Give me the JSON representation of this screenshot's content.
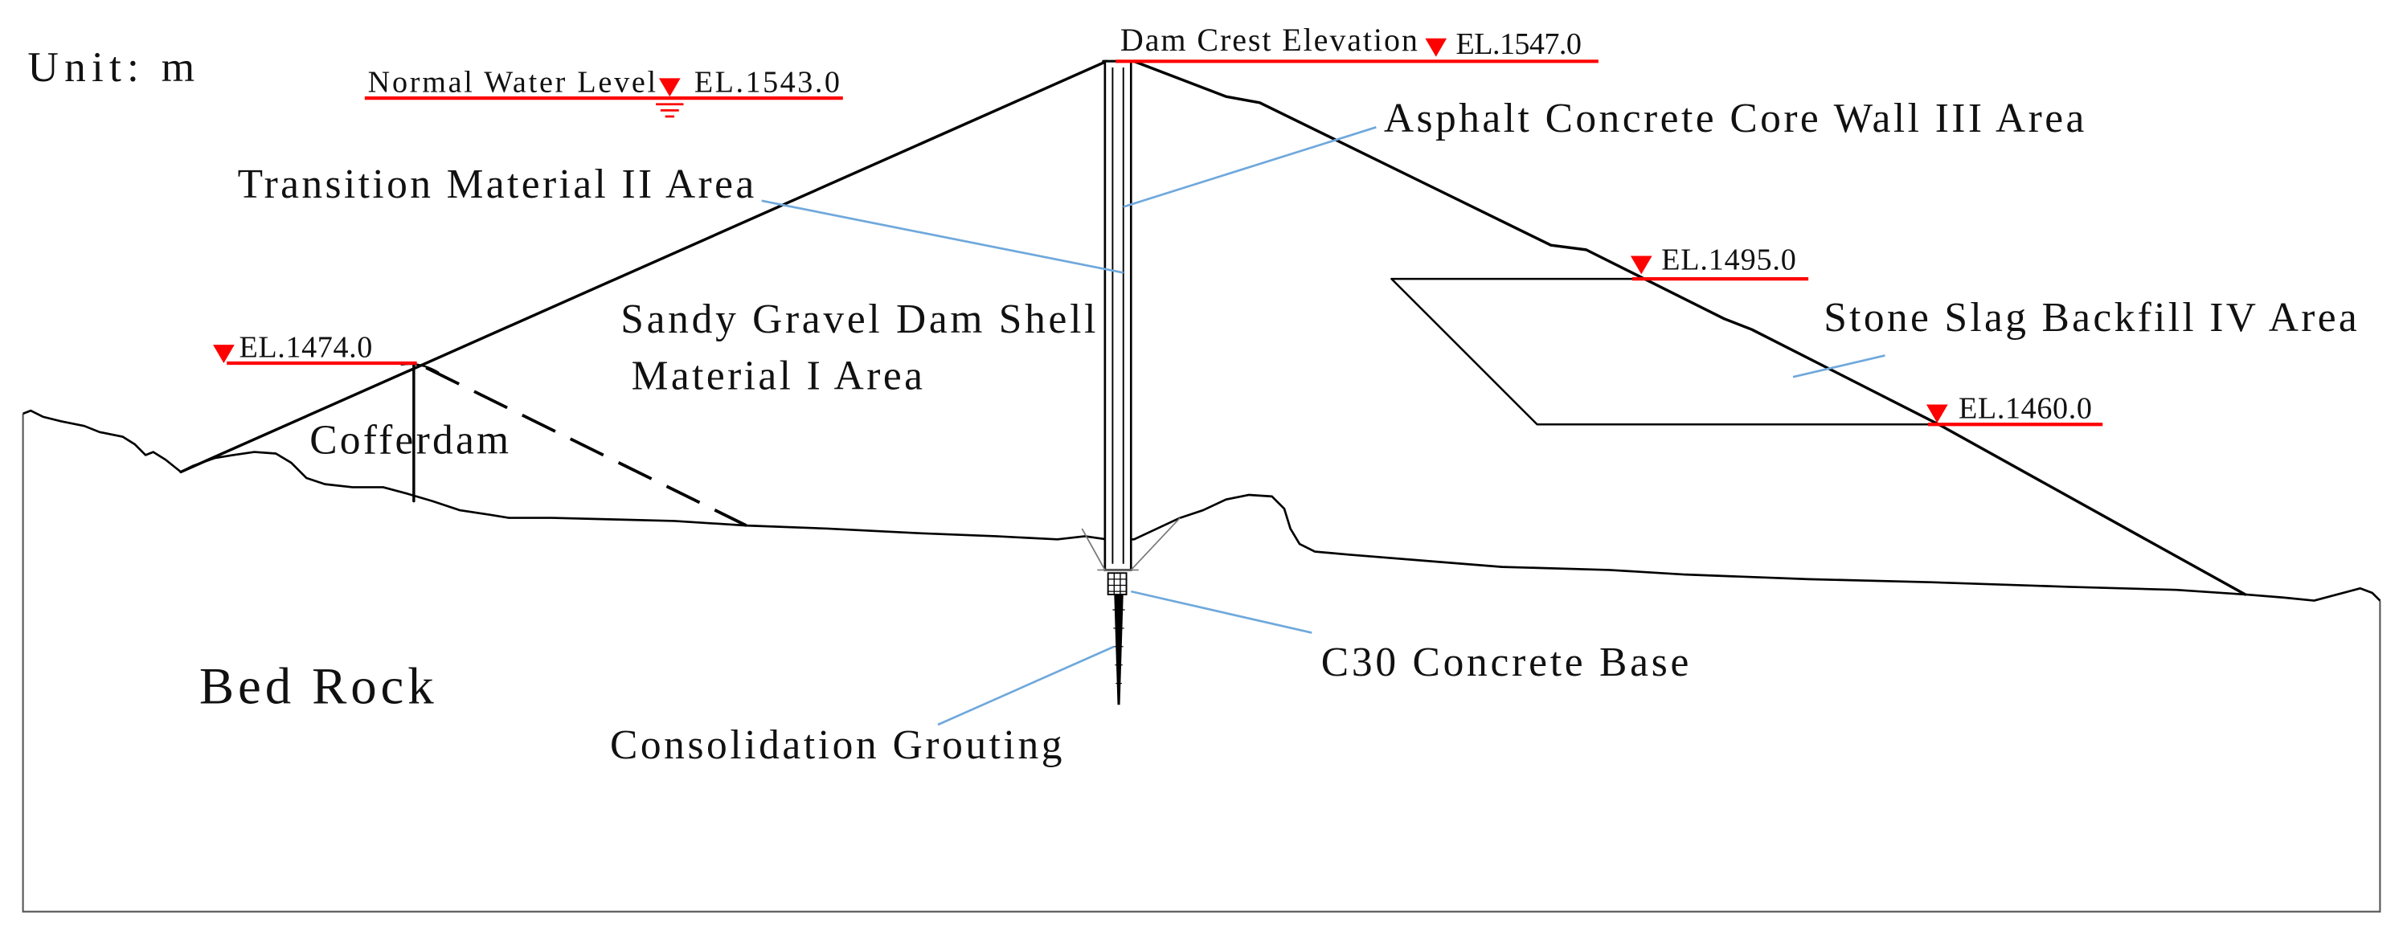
{
  "diagram": {
    "unit_label": "Unit: m",
    "normal_water_level": {
      "label": "Normal Water Level",
      "elevation": "EL.1543.0"
    },
    "dam_crest": {
      "label": "Dam Crest Elevation",
      "elevation": "EL.1547.0"
    },
    "downstream_upper": {
      "elevation": "EL.1495.0"
    },
    "downstream_lower": {
      "elevation": "EL.1460.0"
    },
    "cofferdam_crest": {
      "elevation": "EL.1474.0"
    },
    "zones": {
      "core_wall": "Asphalt Concrete Core Wall III Area",
      "transition": "Transition Material II Area",
      "shell_line1": "Sandy Gravel Dam Shell",
      "shell_line2": "Material I Area",
      "cofferdam": "Cofferdam",
      "stone_slag": "Stone Slag Backfill IV Area",
      "bed_rock": "Bed Rock",
      "concrete_base": "C30 Concrete Base",
      "grouting": "Consolidation Grouting"
    }
  },
  "icons": {
    "elevation_marker": "elevation-marker-icon",
    "water_level": "water-level-icon"
  },
  "colors": {
    "elevation_marker": "#ff0000",
    "leader_line": "#6fa8dc",
    "outline": "#000000"
  }
}
